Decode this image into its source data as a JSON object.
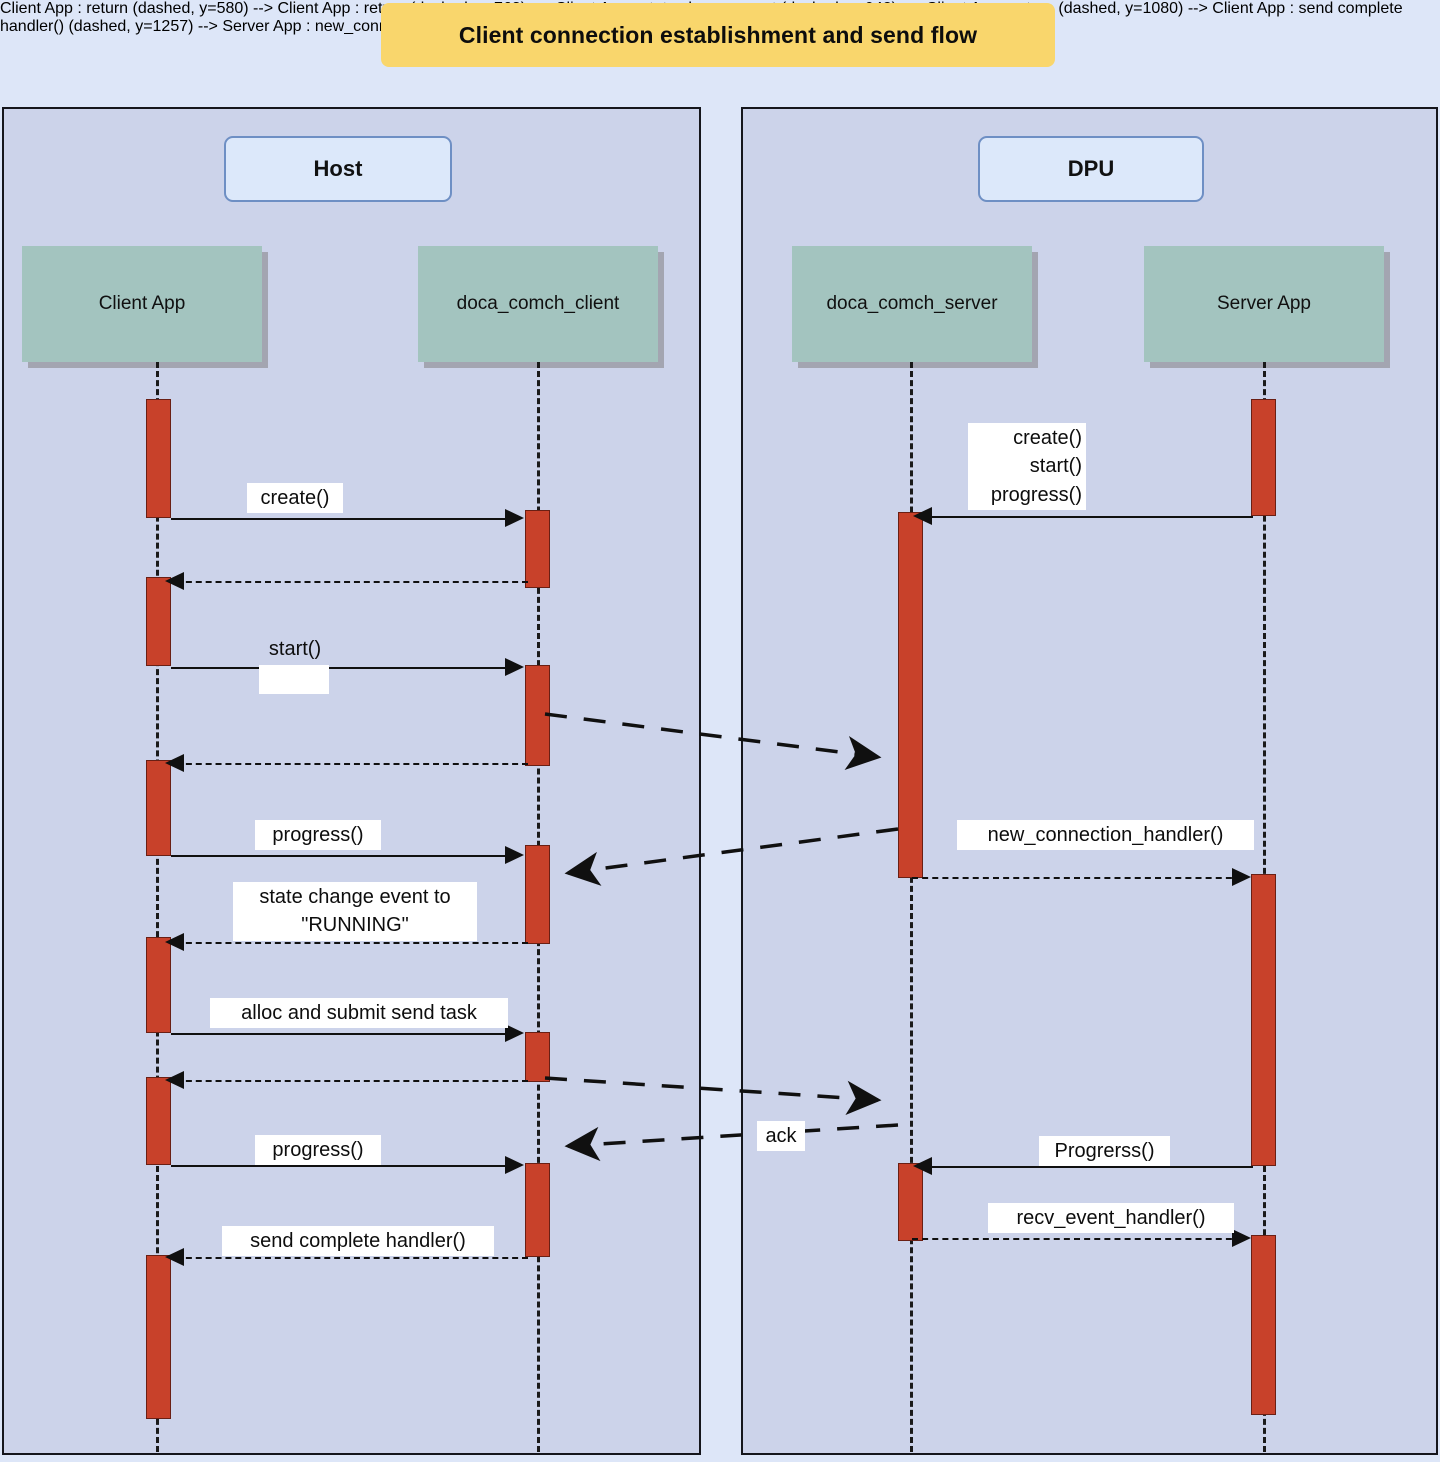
{
  "title": "Client connection establishment and send flow",
  "panels": [
    {
      "key": "host",
      "label": "Host"
    },
    {
      "key": "dpu",
      "label": "DPU"
    }
  ],
  "participants": [
    {
      "key": "client_app",
      "label": "Client App",
      "panel": "host"
    },
    {
      "key": "comch_client",
      "label": "doca_comch_client",
      "panel": "host"
    },
    {
      "key": "comch_server",
      "label": "doca_comch_server",
      "panel": "dpu"
    },
    {
      "key": "server_app",
      "label": "Server App",
      "panel": "dpu"
    }
  ],
  "messages": {
    "create": "create()",
    "start": "start()",
    "progress_1": "progress()",
    "state_change": "state change event to\n\"RUNNING\"",
    "alloc_submit": "alloc and submit send task",
    "progress_2": "progress()",
    "send_complete": "send complete handler()",
    "server_init": "create()\nstart()\nprogress()",
    "new_connection": "new_connection_handler()",
    "ack": "ack",
    "server_progress": "Progrerss()",
    "recv_event": "recv_event_handler()"
  },
  "colors": {
    "title_bg": "#f9d66c",
    "page_bg": "#dde6f8",
    "panel_bg": "#ccd3ea",
    "panel_label_bg": "#dce8fa",
    "participant_bg": "#a3c4bf",
    "activation_bg": "#c8412a",
    "line": "#101010"
  }
}
